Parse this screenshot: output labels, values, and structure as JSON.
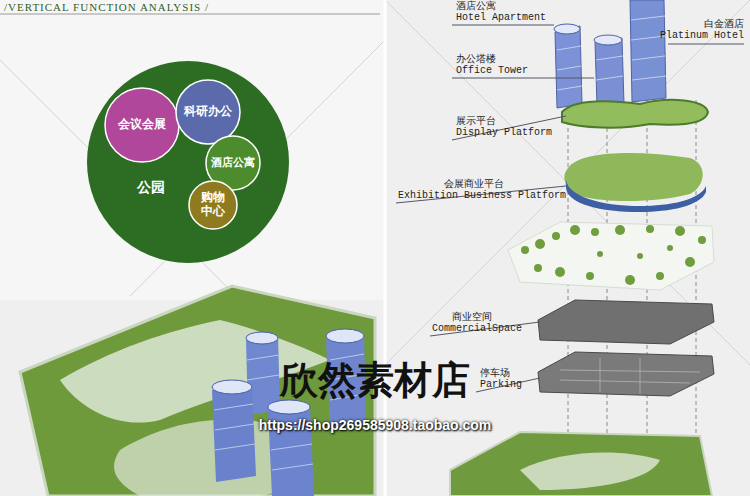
{
  "diagram": {
    "title": "/VERTICAL FUNCTION ANALYSIS /",
    "nodes": [
      {
        "text": [
          "公园"
        ]
      },
      {
        "text": [
          "会议会展"
        ],
        "in": 0
      },
      {
        "text": [
          "科研办公"
        ],
        "in": 0
      },
      {
        "text": [
          "酒店公寓"
        ],
        "in": 0
      },
      {
        "text": [
          "购物中心"
        ],
        "in": 0
      }
    ],
    "labels": [
      "酒店公寓",
      "Hotel Apartment",
      "白金酒店",
      "Platinum Hotel",
      "办公塔楼",
      "Office Tower",
      "展示平台",
      "Display Platform",
      "会展商业平台",
      "Exhibition Business Platform",
      "商业空间",
      "CommercialSpace",
      "停车场",
      "Parking",
      "欣然素材店",
      "https://shop269585908.taobao.com"
    ]
  }
}
